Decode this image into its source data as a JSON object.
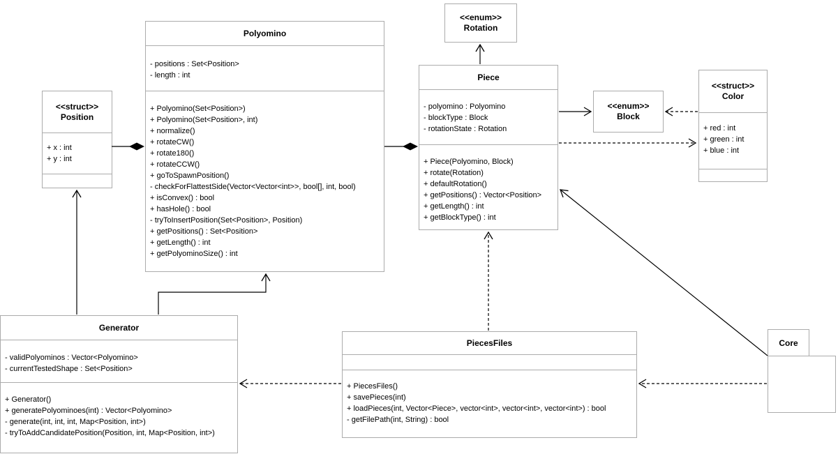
{
  "diagram": {
    "kind": "uml-class-diagram",
    "colors": {
      "background": "#ffffff",
      "box_border": "#ababab",
      "box_fill": "#ffffff",
      "line": "#000000",
      "text": "#000000"
    },
    "classes": {
      "position": {
        "stereotype": "<<struct>>",
        "name": "Position",
        "attributes": [
          "+ x : int",
          "+ y : int"
        ],
        "methods": []
      },
      "polyomino": {
        "name": "Polyomino",
        "attributes": [
          "- positions : Set<Position>",
          "- length : int"
        ],
        "methods": [
          "+ Polyomino(Set<Position>)",
          "+ Polyomino(Set<Position>, int)",
          "+ normalize()",
          "+ rotateCW()",
          "+ rotate180()",
          "+ rotateCCW()",
          "+ goToSpawnPosition()",
          "- checkForFlattestSide(Vector<Vector<int>>, bool[], int, bool)",
          "+ isConvex() : bool",
          "+ hasHole() : bool",
          "- tryToInsertPosition(Set<Position>, Position)",
          "+ getPositions() : Set<Position>",
          "+ getLength() : int",
          "+ getPolyominoSize() : int"
        ]
      },
      "rotation": {
        "stereotype": "<<enum>>",
        "name": "Rotation",
        "attributes": [],
        "methods": []
      },
      "piece": {
        "name": "Piece",
        "attributes": [
          "- polyomino : Polyomino",
          "- blockType : Block",
          "- rotationState : Rotation"
        ],
        "methods": [
          "+ Piece(Polyomino, Block)",
          "+ rotate(Rotation)",
          "+ defaultRotation()",
          "+ getPositions() : Vector<Position>",
          "+ getLength() : int",
          "+ getBlockType() : int"
        ]
      },
      "block": {
        "stereotype": "<<enum>>",
        "name": "Block",
        "attributes": [],
        "methods": []
      },
      "color": {
        "stereotype": "<<struct>>",
        "name": "Color",
        "attributes": [
          "+ red : int",
          "+ green : int",
          "+ blue : int"
        ],
        "methods": []
      },
      "generator": {
        "name": "Generator",
        "attributes": [
          "- validPolyominos : Vector<Polyomino>",
          "- currentTestedShape : Set<Position>"
        ],
        "methods": [
          "+ Generator()",
          "+ generatePolyominoes(int) : Vector<Polyomino>",
          "- generate(int, int, int, Map<Position, int>)",
          "- tryToAddCandidatePosition(Position, int, Map<Position, int>)"
        ]
      },
      "piecesfiles": {
        "name": "PiecesFiles",
        "attributes": [],
        "methods": [
          "+ PiecesFiles()",
          "+ savePieces(int)",
          "+ loadPieces(int, Vector<Piece>, vector<int>, vector<int>, vector<int>) : bool",
          "- getFilePath(int, String) : bool"
        ]
      },
      "core": {
        "name": "Core"
      }
    },
    "relationships": [
      {
        "type": "composition",
        "owner": "Polyomino",
        "part": "Position",
        "style": "solid",
        "diamond_at": "Polyomino"
      },
      {
        "type": "composition",
        "owner": "Piece",
        "part": "Polyomino",
        "style": "solid",
        "diamond_at": "Piece"
      },
      {
        "type": "association",
        "from": "Piece",
        "to": "Rotation",
        "style": "solid"
      },
      {
        "type": "association",
        "from": "Piece",
        "to": "Block",
        "style": "solid"
      },
      {
        "type": "dependency",
        "from": "Color",
        "to": "Block",
        "style": "dashed"
      },
      {
        "type": "dependency",
        "from": "Piece",
        "to": "Color",
        "style": "dashed"
      },
      {
        "type": "association",
        "from": "Generator",
        "to": "Position",
        "style": "solid"
      },
      {
        "type": "association",
        "from": "Generator",
        "to": "Polyomino",
        "style": "solid"
      },
      {
        "type": "dependency",
        "from": "PiecesFiles",
        "to": "Piece",
        "style": "dashed"
      },
      {
        "type": "dependency",
        "from": "PiecesFiles",
        "to": "Generator",
        "style": "dashed"
      },
      {
        "type": "dependency",
        "from": "Core",
        "to": "PiecesFiles",
        "style": "dashed"
      },
      {
        "type": "association",
        "from": "Core",
        "to": "Piece",
        "style": "solid"
      }
    ]
  }
}
